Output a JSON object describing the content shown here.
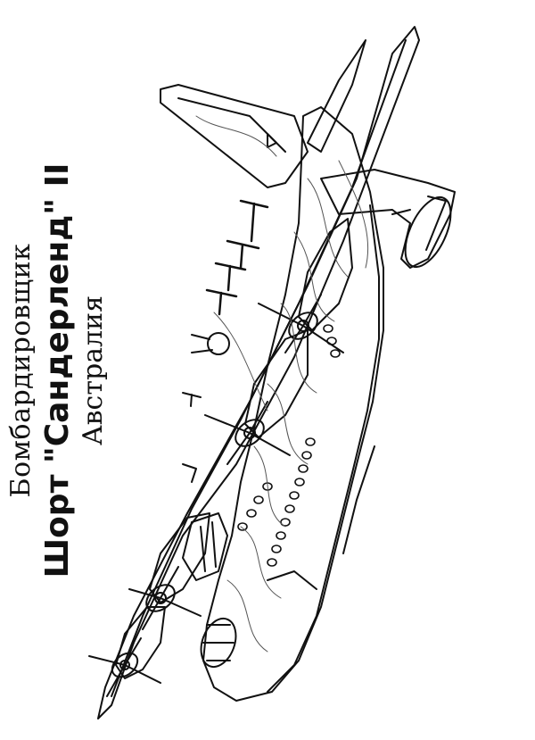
{
  "caption": {
    "line1": "Бомбардировщик",
    "line2": "Шорт \"Сандерленд\" II",
    "line3": "Австралия"
  },
  "illustration": {
    "subject": "flying-boat-bomber",
    "colors": {
      "ink": "#111111",
      "paper": "#ffffff"
    }
  }
}
